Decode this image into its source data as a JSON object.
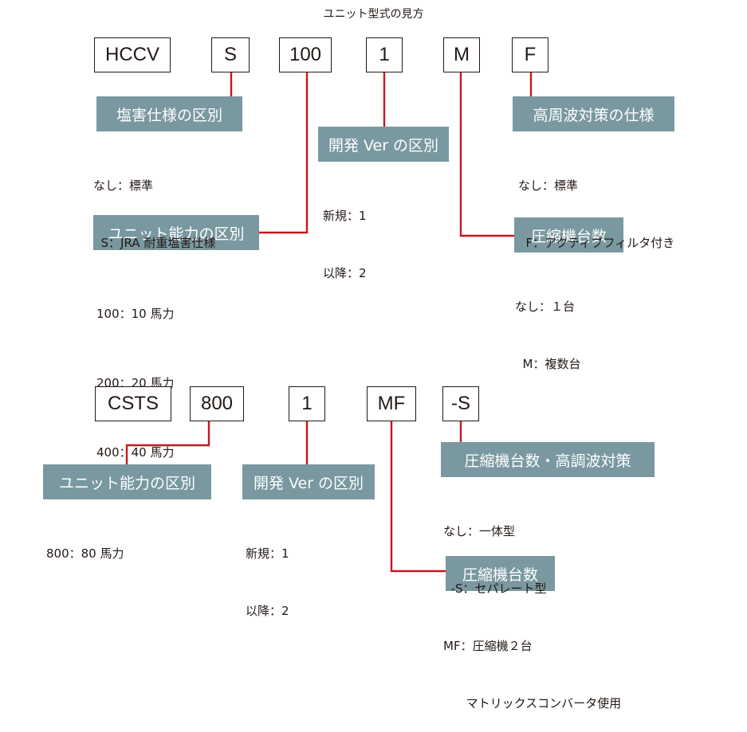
{
  "title": "ユニット型式の見方",
  "section1": {
    "codes": [
      "HCCV",
      "S",
      "100",
      "1",
      "M",
      "F"
    ],
    "labels": {
      "salt": "塩害仕様の区別",
      "version": "開発 Ver の区別",
      "harmonic": "高周波対策の仕様",
      "capacity": "ユニット能力の区別",
      "compressor": "圧縮機台数"
    },
    "desc": {
      "salt": [
        "なし：標準",
        "  S：JRA 耐重塩害仕様"
      ],
      "version": [
        "新規：1",
        "以降：2"
      ],
      "harmonic": [
        "なし：標準",
        "  F：アクティブフィルタ付き"
      ],
      "capacity": [
        "100：10 馬力",
        "200：20 馬力",
        "400：40 馬力"
      ],
      "compressor": [
        "なし：１台",
        "  M：複数台"
      ]
    }
  },
  "section2": {
    "codes": [
      "CSTS",
      "800",
      "1",
      "MF",
      "-S"
    ],
    "labels": {
      "capacity": "ユニット能力の区別",
      "version": "開発 Ver の区別",
      "separate": "圧縮機台数・高調波対策",
      "compressor": "圧縮機台数"
    },
    "desc": {
      "capacity": [
        "800：80 馬力"
      ],
      "version": [
        "新規：1",
        "以降：2"
      ],
      "separate": [
        "なし：一体型",
        "  -S：セパレート型"
      ],
      "compressor": [
        "MF：圧縮機２台",
        "      マトリックスコンバータ使用"
      ]
    }
  }
}
